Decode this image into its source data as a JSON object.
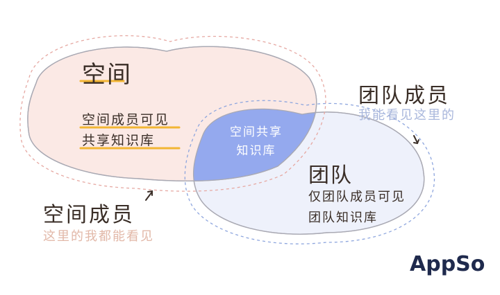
{
  "space": {
    "title": "空间",
    "desc_line1": "空间成员可见",
    "desc_line2": "共享知识库"
  },
  "intersection": {
    "line1": "空间共享",
    "line2": "知识库"
  },
  "team": {
    "title": "团队",
    "desc_line1": "仅团队成员可见",
    "desc_line2": "团队知识库"
  },
  "team_member_note": {
    "heading": "团队成员",
    "subtext": "我能看见这里的"
  },
  "space_member_note": {
    "heading": "空间成员",
    "subtext": "这里的我都能看见"
  },
  "brand": {
    "logo": "AppSo"
  },
  "colors": {
    "space_fill": "#fbe9e5",
    "team_fill": "#eef1fb",
    "intersection_fill": "#94a9ee",
    "space_dash": "#e6a8a2",
    "team_dash": "#8ea6de",
    "underline": "#f2b533",
    "logo": "#1f2a4d"
  }
}
